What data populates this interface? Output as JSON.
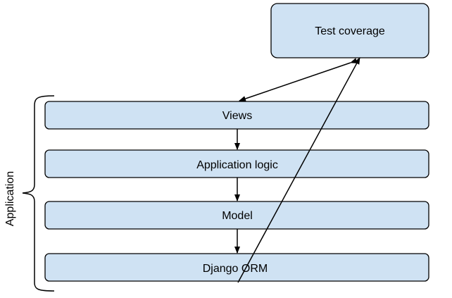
{
  "diagram": {
    "nodes": {
      "test_coverage": "Test coverage",
      "views": "Views",
      "application_logic": "Application logic",
      "model": "Model",
      "django_orm": "Django ORM"
    },
    "group_label": "Application",
    "edges": [
      {
        "from": "test_coverage",
        "to": "views",
        "type": "bidirectional"
      },
      {
        "from": "views",
        "to": "application_logic",
        "type": "directed"
      },
      {
        "from": "application_logic",
        "to": "model",
        "type": "directed"
      },
      {
        "from": "model",
        "to": "django_orm",
        "type": "directed"
      },
      {
        "from": "django_orm",
        "to": "test_coverage",
        "type": "directed"
      }
    ],
    "colors": {
      "box_fill": "#cfe2f3",
      "stroke": "#000000"
    }
  }
}
